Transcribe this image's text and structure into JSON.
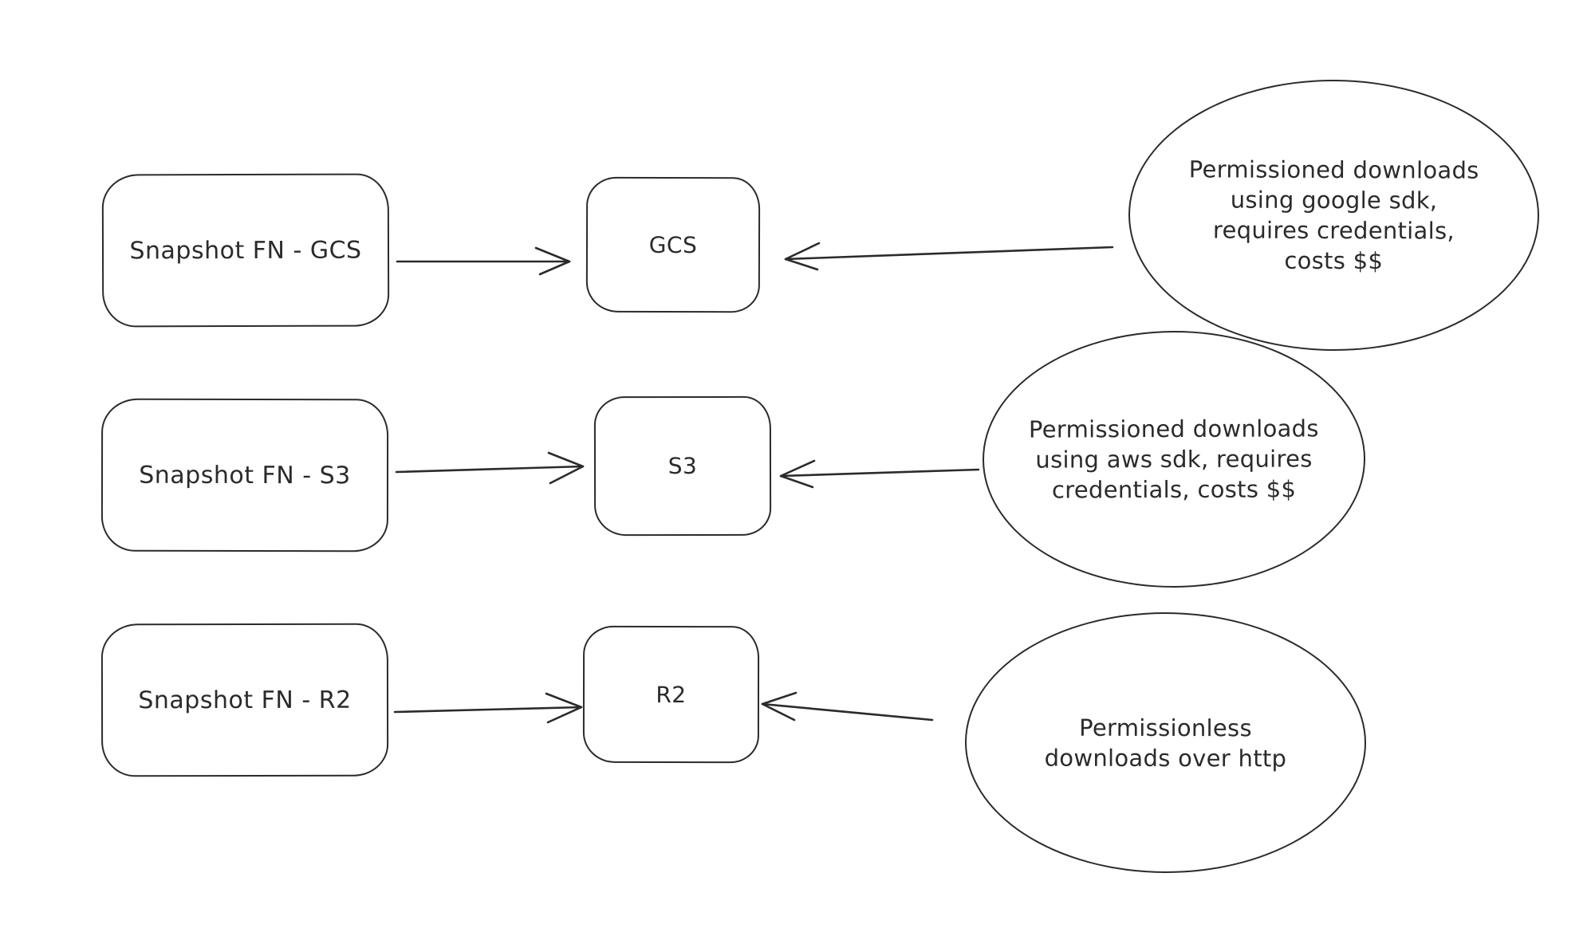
{
  "diagram": {
    "ink_color": "#2b2b2b",
    "background_color": "#ffffff",
    "rows": [
      {
        "function_label": "Snapshot FN - GCS",
        "storage_label": "GCS",
        "note_lines": [
          "Permissioned downloads",
          "using google sdk,",
          "requires credentials,",
          "costs $$"
        ]
      },
      {
        "function_label": "Snapshot FN - S3",
        "storage_label": "S3",
        "note_lines": [
          "Permissioned downloads",
          "using aws sdk, requires",
          "credentials, costs $$"
        ]
      },
      {
        "function_label": "Snapshot FN - R2",
        "storage_label": "R2",
        "note_lines": [
          "Permissionless",
          "downloads over http"
        ]
      }
    ]
  }
}
